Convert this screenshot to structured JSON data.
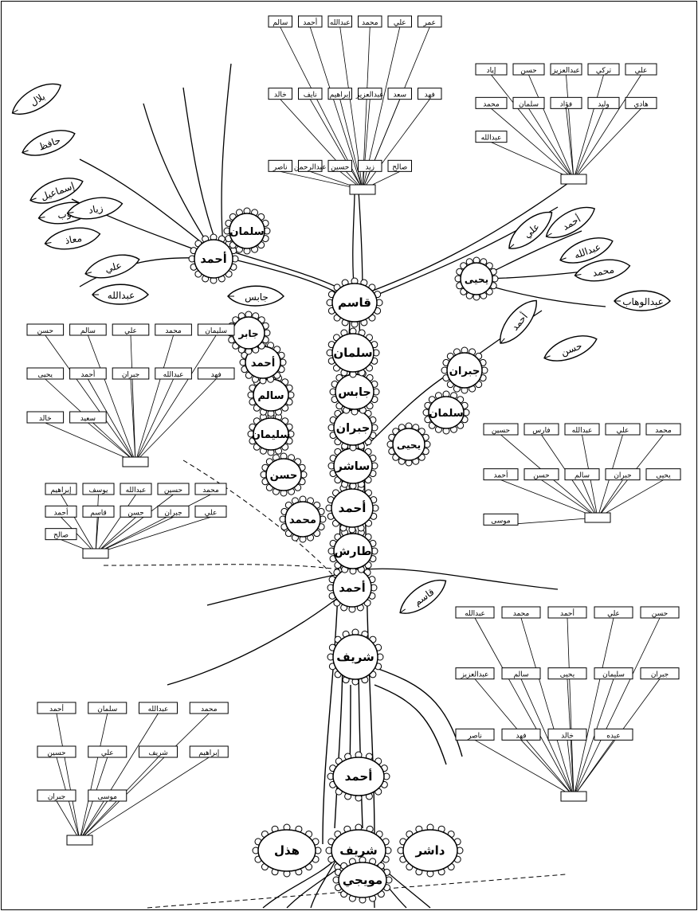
{
  "trunk_nodes": [
    {
      "id": "hadhal",
      "label": "هذل"
    },
    {
      "id": "sharif_base",
      "label": "شريف"
    },
    {
      "id": "dashar",
      "label": "داشر"
    },
    {
      "id": "ahmad_lower",
      "label": "أحمد"
    },
    {
      "id": "muwaiqi",
      "label": "مويجي"
    },
    {
      "id": "sharif",
      "label": "شريف"
    },
    {
      "id": "ahmad_mid",
      "label": "أحمد"
    },
    {
      "id": "qasim_leaf",
      "label": "قاسم"
    },
    {
      "id": "tarish",
      "label": "طارش"
    },
    {
      "id": "ahmad_upper",
      "label": "أحمد"
    },
    {
      "id": "sasir",
      "label": "ساشر"
    },
    {
      "id": "jubran",
      "label": "جبران"
    },
    {
      "id": "jabis",
      "label": "جابس"
    },
    {
      "id": "salman_trunk",
      "label": "سلمان"
    },
    {
      "id": "qasim_top",
      "label": "قاسم"
    }
  ],
  "left_chain": [
    {
      "id": "mohammed",
      "label": "محمد"
    },
    {
      "id": "hassan",
      "label": "حسن"
    },
    {
      "id": "salman_l",
      "label": "سليمان"
    },
    {
      "id": "salim",
      "label": "سالم"
    },
    {
      "id": "ahmad_l",
      "label": "أحمد"
    },
    {
      "id": "jabir",
      "label": "جابر"
    }
  ],
  "right_chain": [
    {
      "id": "yahya_r",
      "label": "يحيى"
    },
    {
      "id": "salman_r",
      "label": "سلمان"
    },
    {
      "id": "jubran_r",
      "label": "جبران"
    }
  ],
  "crown_nodes": [
    {
      "id": "ahmad_crown",
      "label": "أحمد"
    },
    {
      "id": "salman_crown",
      "label": "سلمان"
    },
    {
      "id": "yahya_right",
      "label": "يحيى"
    }
  ],
  "leaves": [
    {
      "id": "ali",
      "label": "علي"
    },
    {
      "id": "abdullah",
      "label": "عبدالله"
    },
    {
      "id": "muaz",
      "label": "معاذ"
    },
    {
      "id": "ayyub",
      "label": "أيوب"
    },
    {
      "id": "ziyad",
      "label": "زياد"
    },
    {
      "id": "ismail",
      "label": "إسماعيل"
    },
    {
      "id": "hafiz",
      "label": "حافظ"
    },
    {
      "id": "bilal",
      "label": "بلال"
    },
    {
      "id": "jabis_leaf",
      "label": "جابس"
    },
    {
      "id": "ahmad_r",
      "label": "أحمد"
    },
    {
      "id": "hasan_r",
      "label": "حسن"
    },
    {
      "id": "ali_r",
      "label": "علي"
    },
    {
      "id": "abdullah_r",
      "label": "عبدالله"
    },
    {
      "id": "mohammed_r",
      "label": "محمد"
    },
    {
      "id": "abdulwahhab",
      "label": "عبدالوهاب"
    },
    {
      "id": "ahmad_top_r",
      "label": "أحمد"
    }
  ],
  "box_clusters": {
    "top": [
      "سالم",
      "أحمد",
      "عبدالله",
      "محمد",
      "علي",
      "عمر",
      "خالد",
      "نايف",
      "إبراهيم",
      "عبدالعزيز",
      "سعد",
      "فهد",
      "ناصر",
      "عبدالرحمن",
      "حسين",
      "زيد",
      "صالح"
    ],
    "top_right": [
      "إياد",
      "حسن",
      "عبدالعزيز",
      "تركي",
      "علي",
      "محمد",
      "سلمان",
      "فؤاد",
      "وليد",
      "هادي",
      "عبدالله"
    ],
    "left_upper": [
      "حسن",
      "سالم",
      "علي",
      "محمد",
      "سليمان",
      "يحيى",
      "أحمد",
      "جبران",
      "عبدالله",
      "فهد",
      "خالد",
      "سعيد"
    ],
    "left_middle": [
      "إبراهيم",
      "يوسف",
      "عبدالله",
      "حسين",
      "محمد",
      "أحمد",
      "قاسم",
      "حسن",
      "جبران",
      "علي",
      "صالح"
    ],
    "left_lower": [
      "أحمد",
      "سلمان",
      "عبدالله",
      "محمد",
      "حسين",
      "علي",
      "شريف",
      "إبراهيم",
      "جبران",
      "موسى"
    ],
    "right_middle": [
      "حسين",
      "فارس",
      "عبدالله",
      "علي",
      "محمد",
      "أحمد",
      "حسن",
      "سالم",
      "جبران",
      "يحيى",
      "موسى"
    ],
    "right_lower": [
      "عبدالله",
      "محمد",
      "أحمد",
      "علي",
      "حسن",
      "عبدالعزيز",
      "سالم",
      "يحيى",
      "سليمان",
      "جبران",
      "ناصر",
      "فهد",
      "خالد",
      "عبده"
    ]
  }
}
